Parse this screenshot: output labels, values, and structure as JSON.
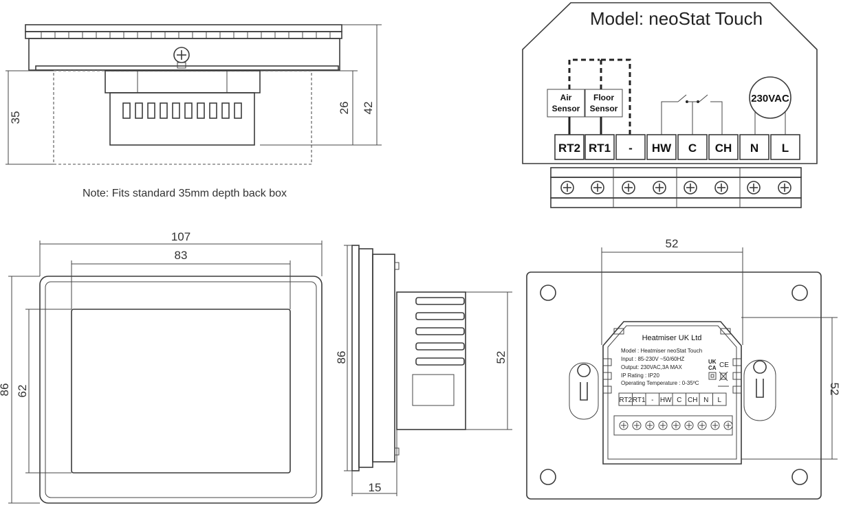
{
  "wiring": {
    "model_title": "Model: neoStat Touch",
    "air_sensor": "Air",
    "air_sensor_2": "Sensor",
    "floor_sensor": "Floor",
    "floor_sensor_2": "Sensor",
    "supply": "230VAC",
    "terminals": [
      "RT2",
      "RT1",
      "-",
      "HW",
      "C",
      "CH",
      "N",
      "L"
    ]
  },
  "side_section": {
    "dim_35": "35",
    "dim_26": "26",
    "dim_42": "42",
    "note": "Note: Fits standard 35mm depth back box"
  },
  "front_view": {
    "dim_107": "107",
    "dim_83": "83",
    "dim_86": "86",
    "dim_62": "62"
  },
  "side_view": {
    "dim_86": "86",
    "dim_52": "52",
    "dim_15": "15"
  },
  "back_view": {
    "dim_52_top": "52",
    "dim_52_right": "52",
    "label_brand": "Heatmiser UK Ltd",
    "label_model": "Model : Heatmiser neoStat Touch",
    "label_input": "Input : 85-230V   ~50/60HZ",
    "label_output": "Output: 230VAC,3A MAX",
    "label_ip": "IP Rating : IP20",
    "label_temp": "Operating Temperature : 0-35ºC",
    "mark_ukca_1": "UK",
    "mark_ukca_2": "CA",
    "mark_ce": "CE",
    "terminals": [
      "RT2",
      "RT1",
      "-",
      "HW",
      "C",
      "CH",
      "N",
      "L"
    ]
  }
}
